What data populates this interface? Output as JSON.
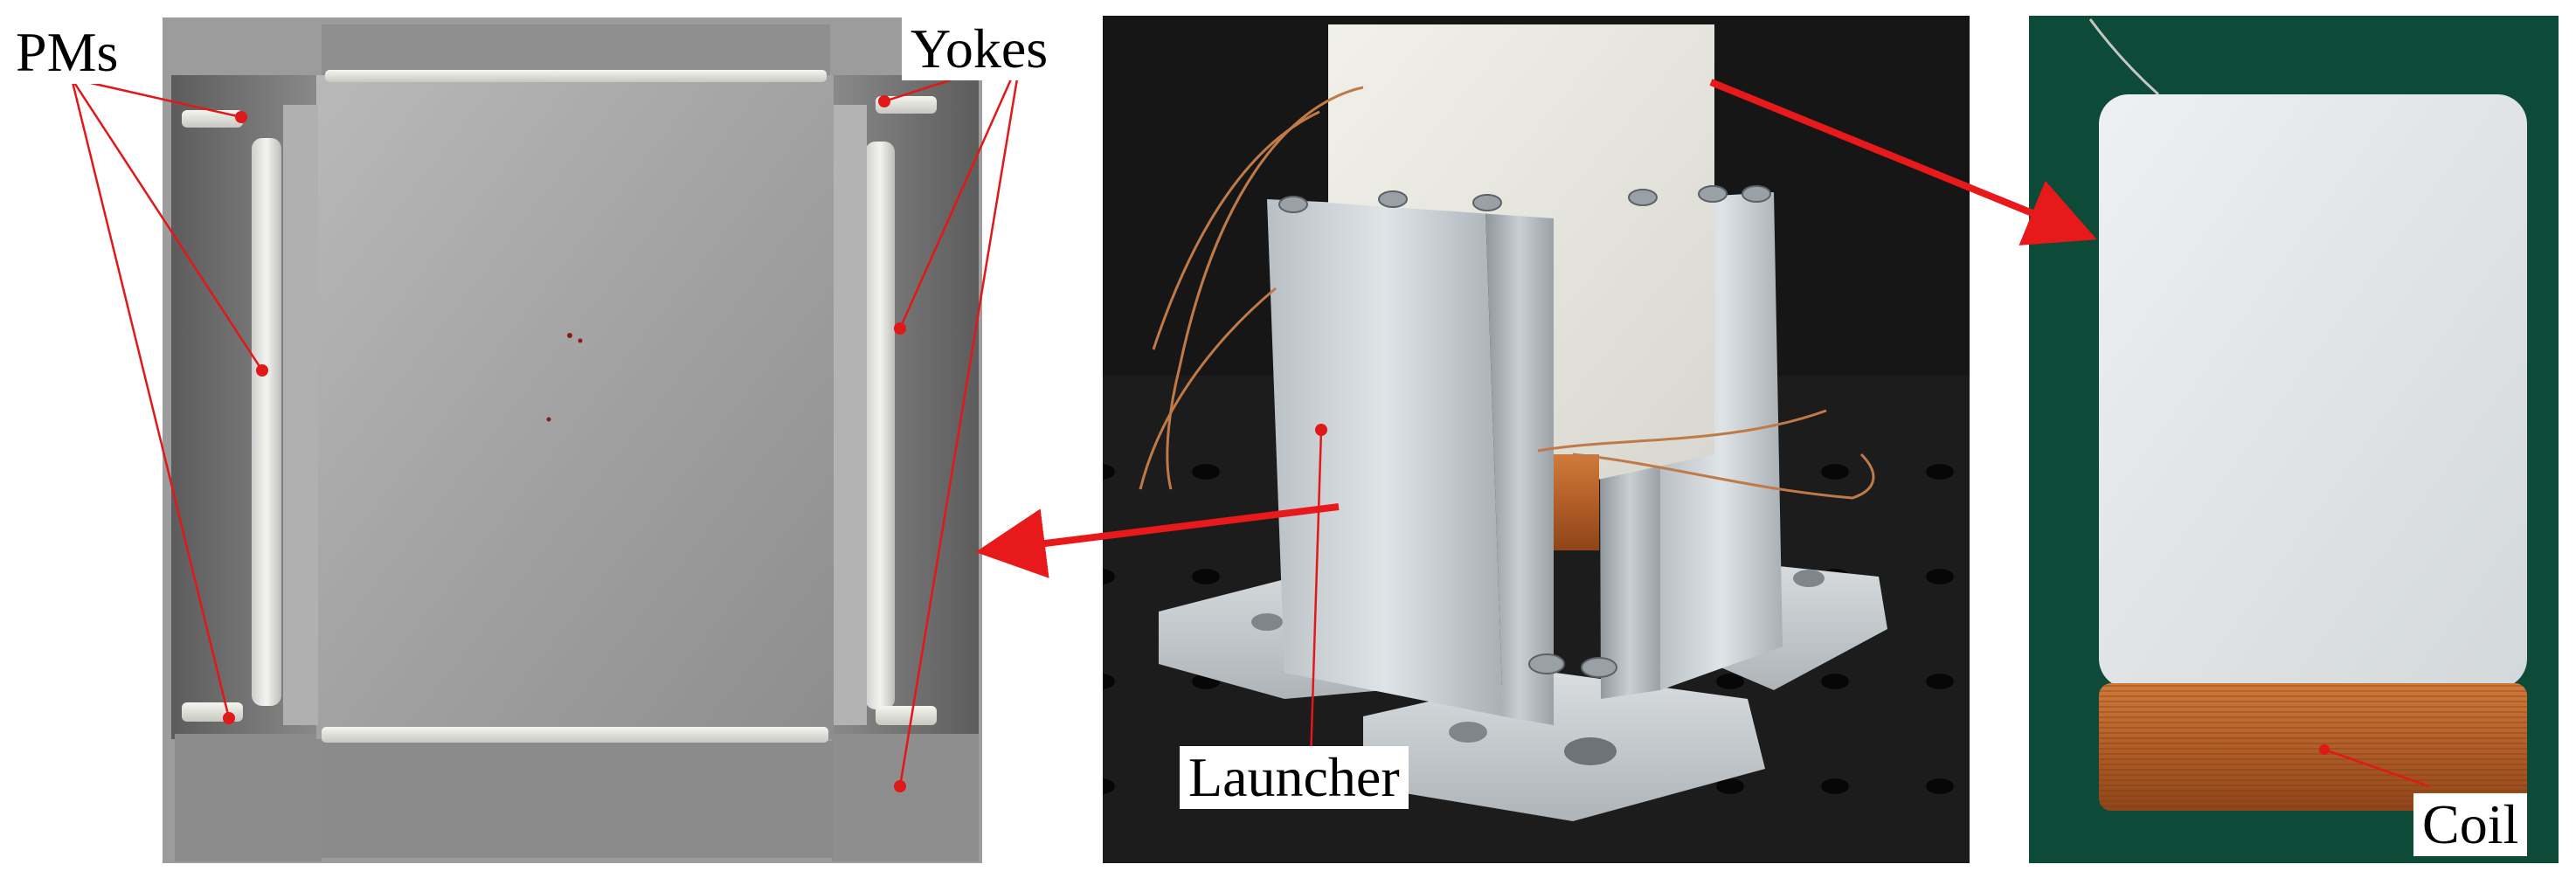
{
  "labels": {
    "pms": "PMs",
    "yokes": "Yokes",
    "launcher": "Launcher",
    "coil": "Coil"
  },
  "colors": {
    "callout_line": "#e01818",
    "arrow": "#e8191b",
    "steel_light": "#a3a3a3",
    "steel_dark": "#6e6e6e",
    "magnet_strip": "#e6e6e0",
    "aluminum": "#c7cdd1",
    "nylon_white": "#ecece6",
    "copper": "#b8652e",
    "dark_background": "#181818",
    "green_background": "#0e4a38"
  }
}
